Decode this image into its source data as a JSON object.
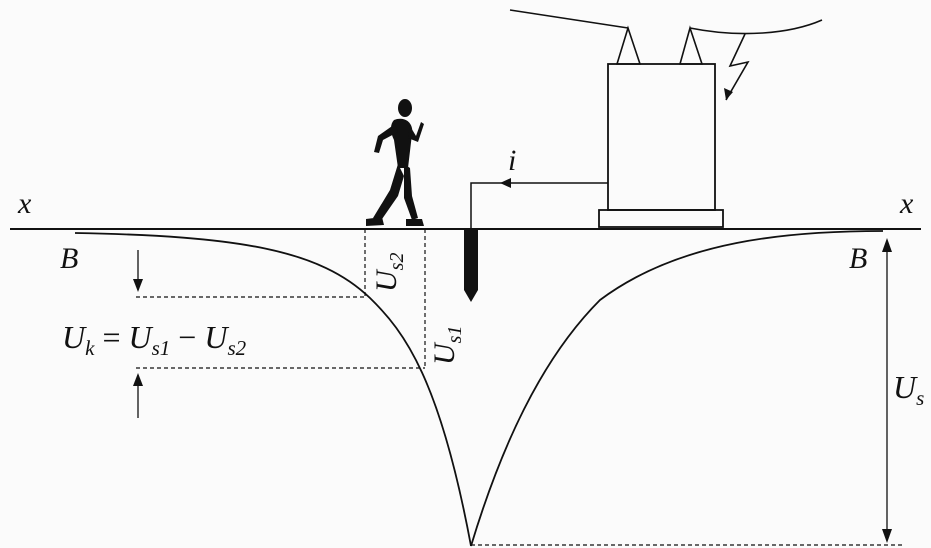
{
  "labels": {
    "axis_left": "x",
    "axis_right": "x",
    "point_left": "B",
    "point_right": "B",
    "current": "i",
    "us2_main": "U",
    "us2_sub": "s2",
    "us1_main": "U",
    "us1_sub": "s1",
    "us_main": "U",
    "us_sub": "s",
    "uk_u1": "U",
    "uk_k": "k",
    "uk_eq": " = ",
    "uk_u2": "U",
    "uk_s1": "s1",
    "uk_minus": " − ",
    "uk_u3": "U",
    "uk_s2": "s2"
  },
  "colors": {
    "ink": "#111111",
    "background": "#fbfbfb"
  },
  "icons": {
    "person": "walking-person-icon",
    "electrode": "ground-electrode-icon",
    "substation": "substation-icon",
    "lightning": "lightning-bolt-icon"
  }
}
